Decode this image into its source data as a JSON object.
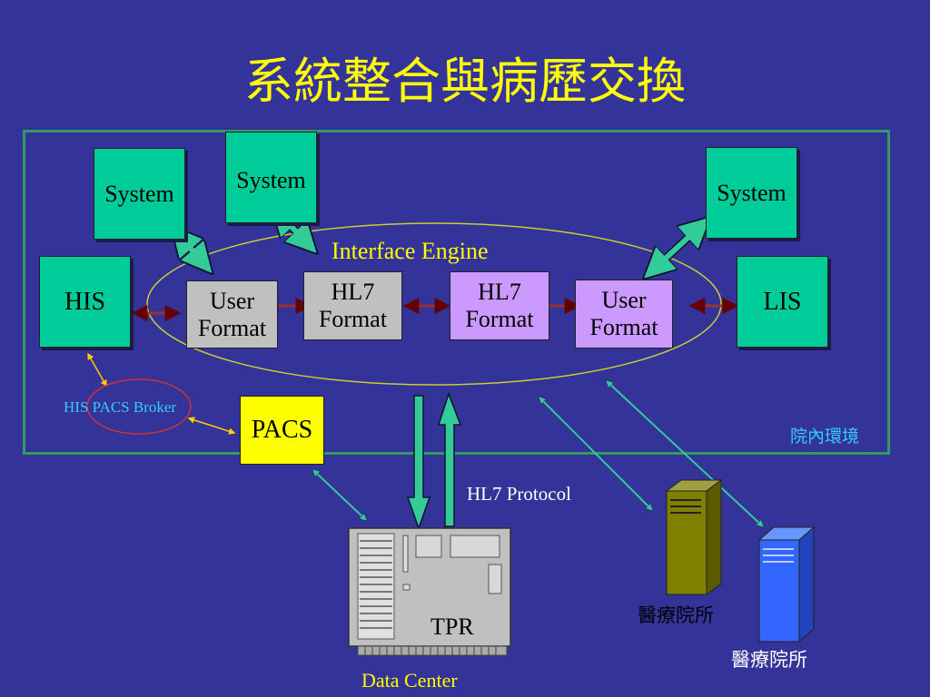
{
  "title": "系統整合與病歷交換",
  "boxes": {
    "system_left": "System",
    "system_center": "System",
    "system_right": "System",
    "his": "HIS",
    "lis": "LIS",
    "user_format_left": [
      "User",
      "Format"
    ],
    "hl7_format_left": [
      "HL7",
      "Format"
    ],
    "hl7_format_right": [
      "HL7",
      "Format"
    ],
    "user_format_right": [
      "User",
      "Format"
    ],
    "pacs": "PACS"
  },
  "labels": {
    "interface_engine": "Interface Engine",
    "his_pacs_broker": "HIS PACS Broker",
    "intra_hospital": "院內環境",
    "hl7_protocol": "HL7 Protocol",
    "tpr": "TPR",
    "data_center": "Data Center",
    "clinic_1": "醫療院所",
    "clinic_2": "醫療院所"
  },
  "colors": {
    "background": "#333399",
    "title": "#ffff00",
    "frame": "#339966",
    "system_box": "#00cc99",
    "user_format": "#c0c0c0",
    "hl7_format": "#cc99ff",
    "pacs": "#ffff00",
    "arrow_fill": "#33cc99",
    "double_arrow": "#993333",
    "broker": "#33ccff",
    "server_olive": "#808000",
    "server_blue": "#3366ff"
  }
}
